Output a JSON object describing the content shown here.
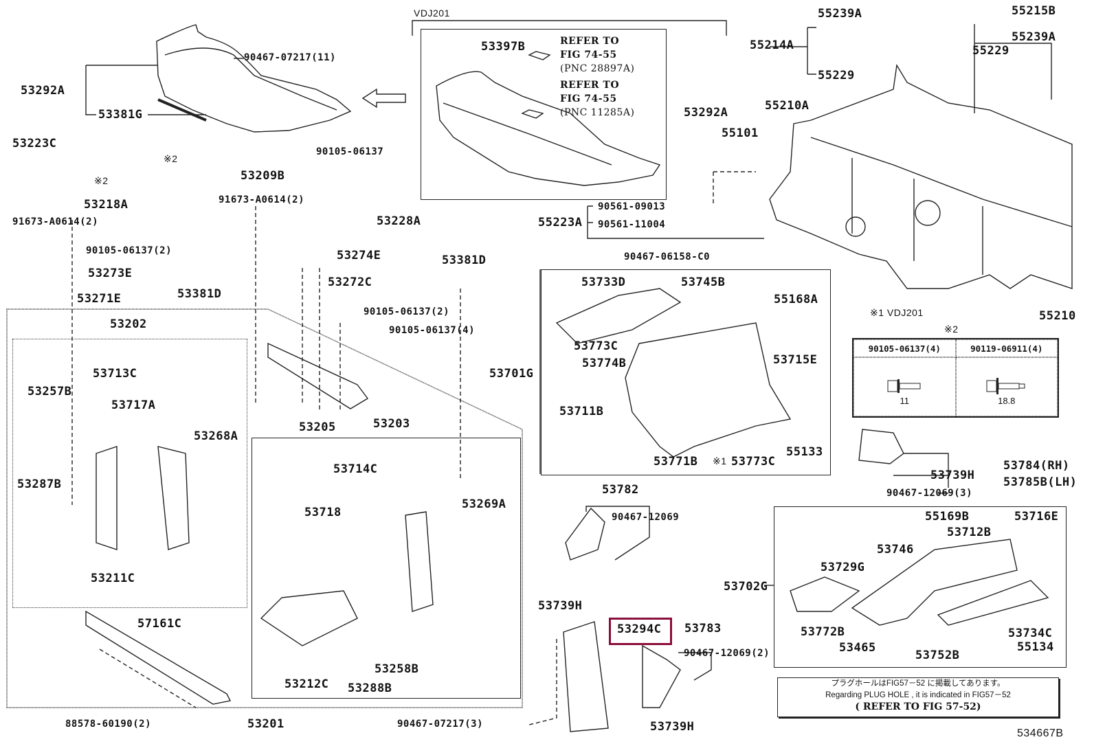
{
  "diagram": {
    "figure_id": "534667B",
    "highlight_color": "#8a0d3a",
    "view_arrow": "arrow-left-icon",
    "variant_label": "VDJ201",
    "notes": {
      "mark1": "※1 VDJ201",
      "mark2": "※2",
      "mark2_short": "※2",
      "mark1_short": "※1"
    },
    "refer_boxes": [
      {
        "line1": "REFER TO",
        "line2": "FIG 74-55",
        "line3": "(PNC 28897A)"
      },
      {
        "line1": "REFER TO",
        "line2": "FIG 74-55",
        "line3": "(PNC 11285A)"
      }
    ],
    "bolt_table": {
      "columns": [
        {
          "part": "90105-06137(4)",
          "length": "11"
        },
        {
          "part": "90119-06911(4)",
          "length": "18.8"
        }
      ]
    },
    "plug_note": {
      "jp": "プラグホールはFIG57－52 に掲載してあります。",
      "en": "Regarding  PLUG  HOLE  ,  it  is  indicated  in  FIG57－52",
      "ref": "( REFER TO FIG 57-52)"
    },
    "highlighted_part": "53294C",
    "labels": {
      "p90467_07217_11": "90467-07217(11)",
      "p53292A_l": "53292A",
      "p53381G": "53381G",
      "p53223C": "53223C",
      "p_mark2_a": "※2",
      "p_mark2_b": "※2",
      "p53209B": "53209B",
      "p90105_06137_top": "90105-06137",
      "p53218A": "53218A",
      "p91673_a": "91673-A0614(2)",
      "p91673_b": "91673-A0614(2)",
      "p53228A": "53228A",
      "p90105_06137_2a": "90105-06137(2)",
      "p53273E": "53273E",
      "p53274E": "53274E",
      "p53271E": "53271E",
      "p53272C": "53272C",
      "p53381D_l": "53381D",
      "p53381D_r": "53381D",
      "p90105_06137_2b": "90105-06137(2)",
      "p90105_06137_4": "90105-06137(4)",
      "p53202": "53202",
      "p53713C": "53713C",
      "p53257B": "53257B",
      "p53717A": "53717A",
      "p53268A": "53268A",
      "p53287B": "53287B",
      "p53211C": "53211C",
      "p53205": "53205",
      "p53203": "53203",
      "p53714C": "53714C",
      "p53718": "53718",
      "p53269A": "53269A",
      "p57161C": "57161C",
      "p53212C": "53212C",
      "p53258B": "53258B",
      "p53288B": "53288B",
      "p88578": "88578-60190(2)",
      "p53201": "53201",
      "p90467_07217_3": "90467-07217(3)",
      "p53397B": "53397B",
      "p53292A_r": "53292A",
      "p55239A_a": "55239A",
      "p55214A": "55214A",
      "p55229_a": "55229",
      "p55215B": "55215B",
      "p55239A_b": "55239A",
      "p55229_b": "55229",
      "p55210A": "55210A",
      "p55101": "55101",
      "p90561_09013": "90561-09013",
      "p55223A": "55223A",
      "p90561_11004": "90561-11004",
      "p90467_06158": "90467-06158-C0",
      "p53733D": "53733D",
      "p53745B": "53745B",
      "p55168A": "55168A",
      "p53773C_a": "53773C",
      "p53774B": "53774B",
      "p53715E": "53715E",
      "p53701G": "53701G",
      "p53711B": "53711B",
      "p53771B": "53771B",
      "p53773C_b": "53773C",
      "p55133": "55133",
      "p55210": "55210",
      "p53784": "53784(RH)",
      "p53785B": "53785B(LH)",
      "p53739H_a": "53739H",
      "p90467_12069_3": "90467-12069(3)",
      "p53782": "53782",
      "p90467_12069": "90467-12069",
      "p53739H_b": "53739H",
      "p53783": "53783",
      "p90467_12069_2": "90467-12069(2)",
      "p53739H_c": "53739H",
      "p53702G": "53702G",
      "p55169B": "55169B",
      "p53716E": "53716E",
      "p53712B": "53712B",
      "p53746": "53746",
      "p53729G": "53729G",
      "p53772B": "53772B",
      "p53734C": "53734C",
      "p53465": "53465",
      "p53752B": "53752B",
      "p55134": "55134"
    }
  }
}
